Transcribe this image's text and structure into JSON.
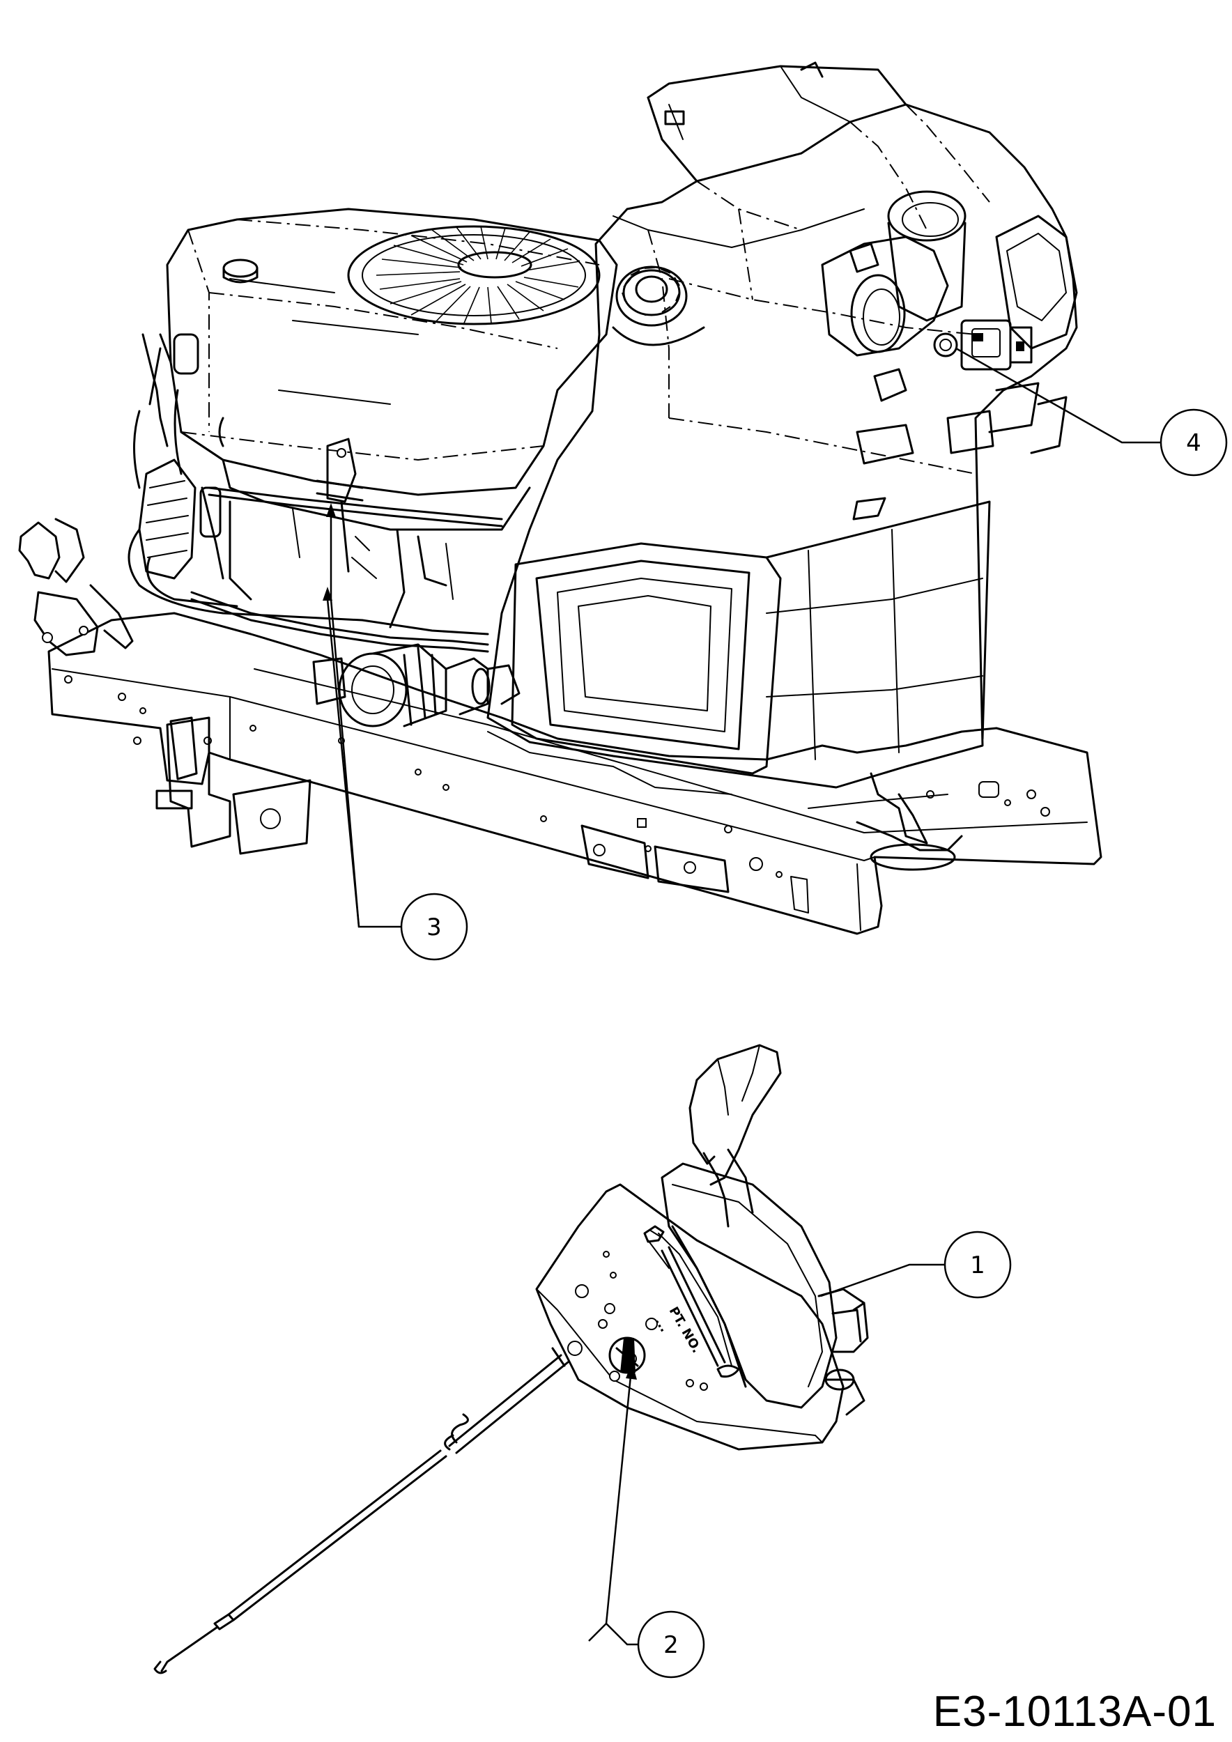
{
  "drawing": {
    "code": "E3-10113A-01"
  },
  "callouts": [
    {
      "id": "1",
      "label": "1"
    },
    {
      "id": "2",
      "label": "2"
    },
    {
      "id": "3",
      "label": "3"
    },
    {
      "id": "4",
      "label": "4"
    }
  ],
  "part_marking": {
    "line1": "PT. NO.",
    "line2": "..."
  }
}
